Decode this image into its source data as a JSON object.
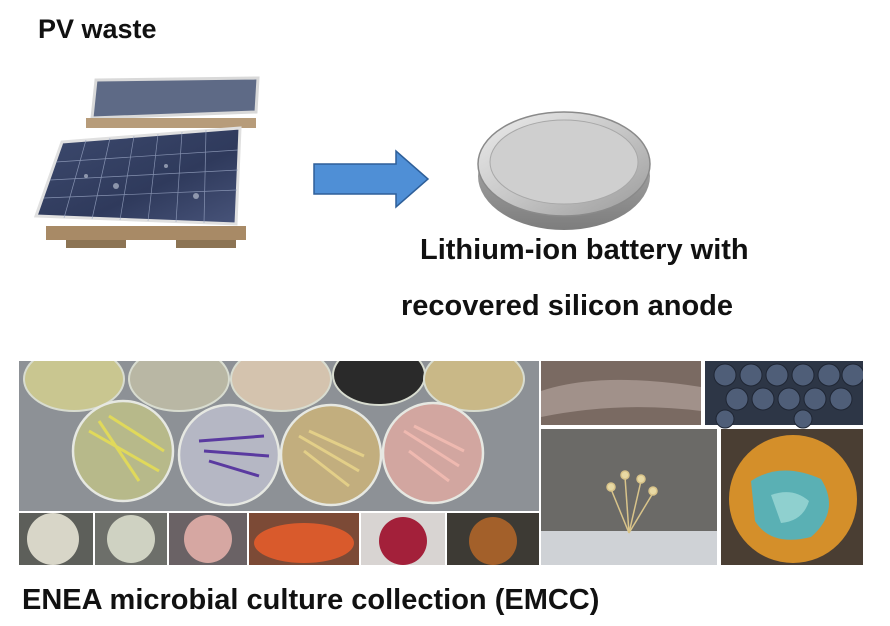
{
  "pv_waste": {
    "title": "PV waste"
  },
  "battery": {
    "label_line1": "Lithium-ion battery with",
    "label_line2": "recovered silicon anode"
  },
  "collection": {
    "caption": "ENEA microbial culture collection (EMCC)"
  },
  "colors": {
    "arrow_fill": "#4f8fd6",
    "arrow_stroke": "#2e5f99",
    "text": "#111111",
    "panel_gray": "#8d9196"
  }
}
